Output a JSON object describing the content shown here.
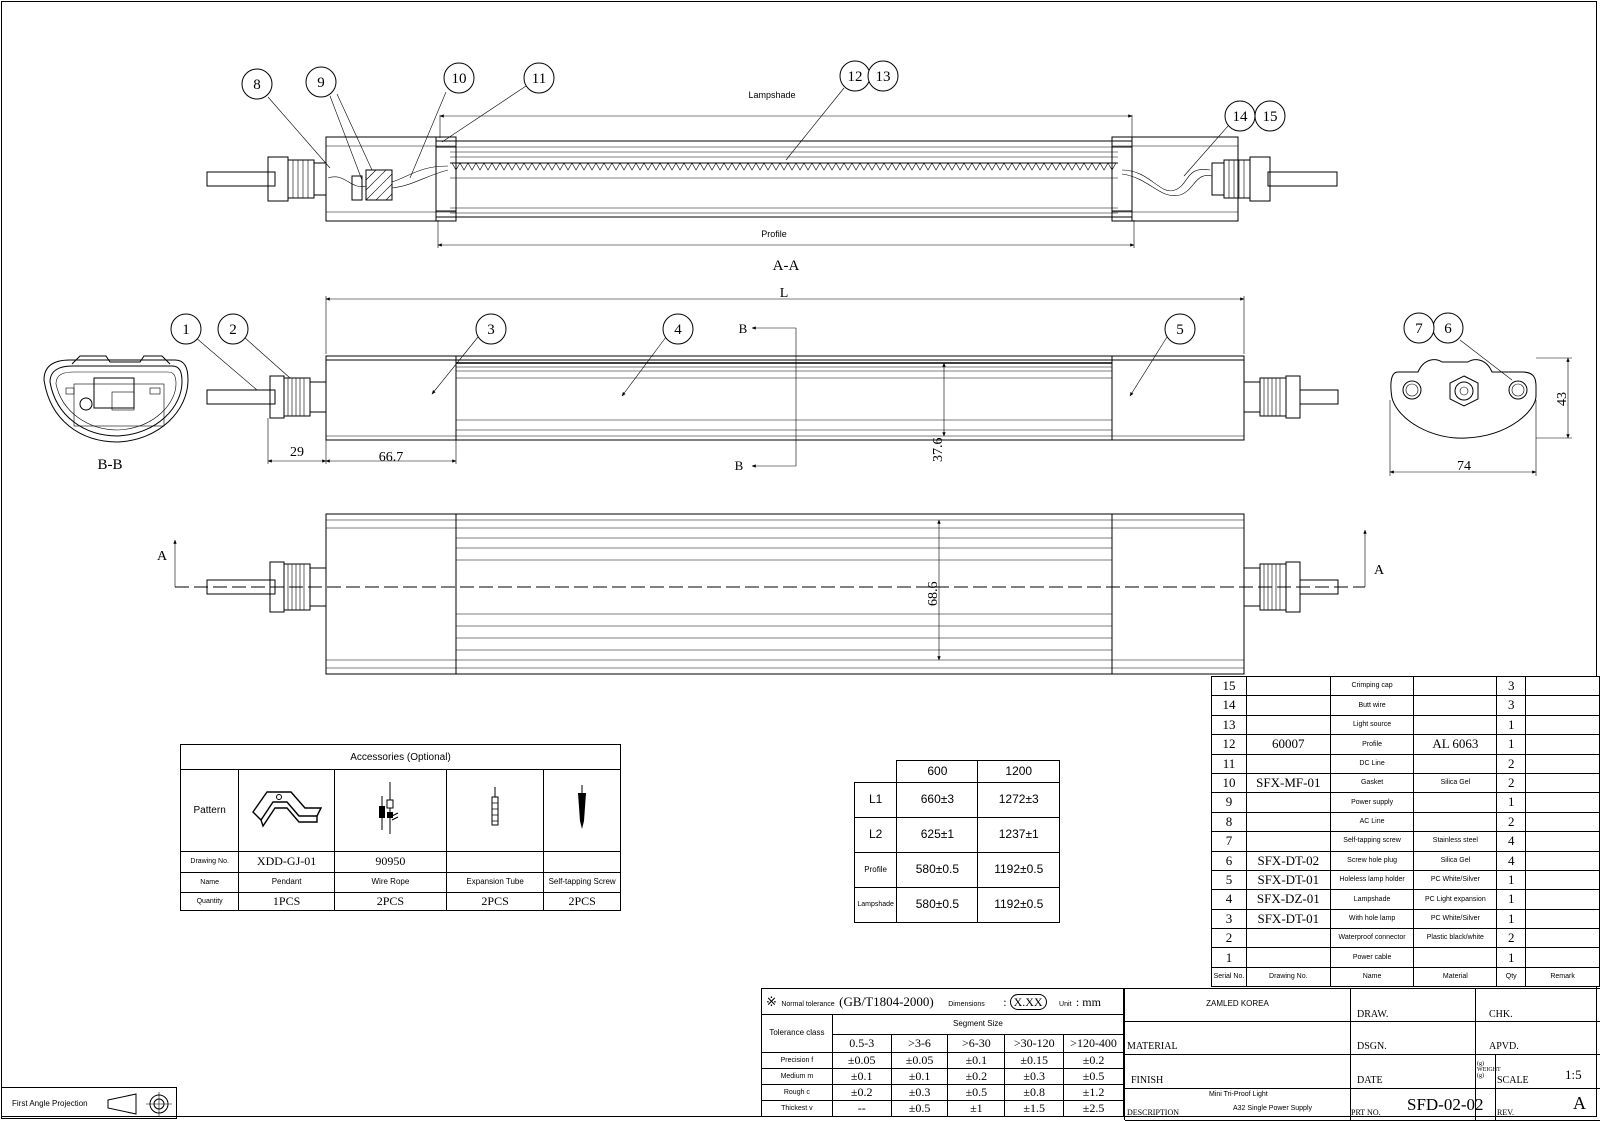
{
  "drawing": {
    "bubbles": [
      "1",
      "2",
      "3",
      "4",
      "5",
      "6",
      "7",
      "8",
      "9",
      "10",
      "11",
      "12",
      "13",
      "14",
      "15"
    ],
    "labels": {
      "lampshade": "Lampshade",
      "profile": "Profile",
      "section_aa": "A-A",
      "section_bb": "B-B",
      "section_a": "A",
      "section_b": "B",
      "length_L": "L"
    },
    "dimensions": {
      "d29": "29",
      "d66_7": "66.7",
      "d37_6": "37.6",
      "d68_6": "68.6",
      "d43": "43",
      "d74": "74"
    }
  },
  "accessories": {
    "title": "Accessories (Optional)",
    "row_labels": [
      "Pattern",
      "Drawing No.",
      "Name",
      "Quantity"
    ],
    "items": [
      {
        "drawing_no": "XDD-GJ-01",
        "name": "Pendant",
        "quantity": "1PCS",
        "icon": "pendant-bracket-icon"
      },
      {
        "drawing_no": "90950",
        "name": "Wire Rope",
        "quantity": "2PCS",
        "icon": "wire-rope-icon"
      },
      {
        "drawing_no": "",
        "name": "Expansion Tube",
        "quantity": "2PCS",
        "icon": "expansion-tube-icon"
      },
      {
        "drawing_no": "",
        "name": "Self-tapping Screw",
        "quantity": "2PCS",
        "icon": "self-tapping-screw-icon"
      }
    ]
  },
  "length_table": {
    "columns": [
      "600",
      "1200"
    ],
    "rows": [
      {
        "label": "L1",
        "values": [
          "660±3",
          "1272±3"
        ]
      },
      {
        "label": "L2",
        "values": [
          "625±1",
          "1237±1"
        ]
      },
      {
        "label": "Profile",
        "values": [
          "580±0.5",
          "1192±0.5"
        ]
      },
      {
        "label": "Lampshade",
        "values": [
          "580±0.5",
          "1192±0.5"
        ]
      }
    ]
  },
  "bom": {
    "headers": [
      "Serial No.",
      "Drawing No.",
      "Name",
      "Material",
      "Qty",
      "Remark"
    ],
    "rows": [
      {
        "no": "15",
        "drawing": "",
        "name": "Crimping cap",
        "material": "",
        "qty": "3",
        "remark": ""
      },
      {
        "no": "14",
        "drawing": "",
        "name": "Butt wire",
        "material": "",
        "qty": "3",
        "remark": ""
      },
      {
        "no": "13",
        "drawing": "",
        "name": "Light source",
        "material": "",
        "qty": "1",
        "remark": ""
      },
      {
        "no": "12",
        "drawing": "60007",
        "name": "Profile",
        "material": "AL 6063",
        "qty": "1",
        "remark": ""
      },
      {
        "no": "11",
        "drawing": "",
        "name": "DC Line",
        "material": "",
        "qty": "2",
        "remark": ""
      },
      {
        "no": "10",
        "drawing": "SFX-MF-01",
        "name": "Gasket",
        "material": "Silica Gel",
        "qty": "2",
        "remark": ""
      },
      {
        "no": "9",
        "drawing": "",
        "name": "Power supply",
        "material": "",
        "qty": "1",
        "remark": ""
      },
      {
        "no": "8",
        "drawing": "",
        "name": "AC Line",
        "material": "",
        "qty": "2",
        "remark": ""
      },
      {
        "no": "7",
        "drawing": "",
        "name": "Self-tapping screw",
        "material": "Stainless steel",
        "qty": "4",
        "remark": ""
      },
      {
        "no": "6",
        "drawing": "SFX-DT-02",
        "name": "Screw hole plug",
        "material": "Silica Gel",
        "qty": "4",
        "remark": ""
      },
      {
        "no": "5",
        "drawing": "SFX-DT-01",
        "name": "Holeless lamp holder",
        "material": "PC White/Silver",
        "qty": "1",
        "remark": ""
      },
      {
        "no": "4",
        "drawing": "SFX-DZ-01",
        "name": "Lampshade",
        "material": "PC Light expansion",
        "qty": "1",
        "remark": ""
      },
      {
        "no": "3",
        "drawing": "SFX-DT-01",
        "name": "With hole lamp",
        "material": "PC White/Silver",
        "qty": "1",
        "remark": ""
      },
      {
        "no": "2",
        "drawing": "",
        "name": "Waterproof connector",
        "material": "Plastic black/white",
        "qty": "2",
        "remark": ""
      },
      {
        "no": "1",
        "drawing": "",
        "name": "Power cable",
        "material": "",
        "qty": "1",
        "remark": ""
      }
    ]
  },
  "tolerance": {
    "symbol": "※",
    "label": "Normal tolerance",
    "standard": "(GB/T1804-2000)",
    "dimensions_label": "Dimensions",
    "dimensions_value": "X.XX",
    "unit_label": "Unit",
    "unit_value": "mm",
    "class_label": "Tolerance class",
    "segment_label": "Segment Size",
    "segments": [
      "0.5-3",
      ">3-6",
      ">6-30",
      ">30-120",
      ">120-400"
    ],
    "rows": [
      {
        "label": "Precision f",
        "values": [
          "±0.05",
          "±0.05",
          "±0.1",
          "±0.15",
          "±0.2"
        ]
      },
      {
        "label": "Medium m",
        "values": [
          "±0.1",
          "±0.1",
          "±0.2",
          "±0.3",
          "±0.5"
        ]
      },
      {
        "label": "Rough c",
        "values": [
          "±0.2",
          "±0.3",
          "±0.5",
          "±0.8",
          "±1.2"
        ]
      },
      {
        "label": "Thickest v",
        "values": [
          "--",
          "±0.5",
          "±1",
          "±1.5",
          "±2.5"
        ]
      }
    ]
  },
  "title_block": {
    "company": "ZAMLED KOREA",
    "material_label": "MATERIAL",
    "finish_label": "FINISH",
    "description_label": "DESCRIPTION",
    "description_line1": "Mini Tri-Proof Light",
    "description_line2": "A32 Single Power Supply",
    "draw_label": "DRAW.",
    "chk_label": "CHK.",
    "dsgn_label": "DSGN.",
    "apvd_label": "APVD.",
    "date_label": "DATE",
    "weight_label": "WEIGHT",
    "weight_unit": "(g)",
    "scale_label": "SCALE",
    "scale_value": "1:5",
    "part_no_label": "PRT NO.",
    "part_no": "SFD-02-02",
    "rev_label": "REV.",
    "rev_value": "A"
  },
  "projection": {
    "label": "First Angle Projection"
  }
}
